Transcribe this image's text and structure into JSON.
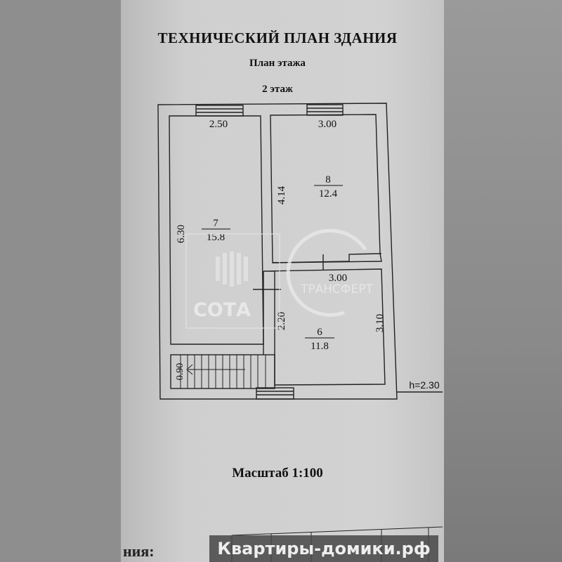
{
  "document": {
    "title": "ТЕХНИЧЕСКИЙ ПЛАН ЗДАНИЯ",
    "subtitle": "План этажа",
    "floor": "2 этаж",
    "scale": "Масштаб 1:100",
    "partial_label": "ния:"
  },
  "plan": {
    "rooms": [
      {
        "number": "7",
        "area": "15.8"
      },
      {
        "number": "8",
        "area": "12.4"
      },
      {
        "number": "6",
        "area": "11.8"
      }
    ],
    "dimensions": {
      "room7_width": "2.50",
      "room7_length": "6.30",
      "room8_width": "3.00",
      "room8_length": "4.14",
      "room6_width": "3.00",
      "room6_length": "3.10",
      "corridor_length": "2.20",
      "stair_width": "0.90"
    },
    "height": "h=2.30"
  },
  "watermarks": {
    "sota": "СОТА",
    "transfer": "ТРАНСФЕРТ",
    "site": "Квартиры-домики.рф"
  }
}
